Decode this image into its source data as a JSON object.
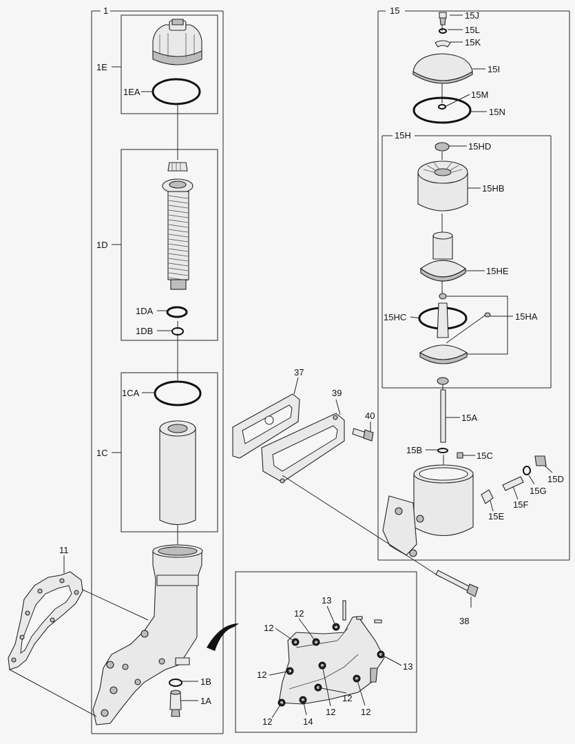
{
  "labels": {
    "l1": "1",
    "l1E": "1E",
    "l1EA": "1EA",
    "l1D": "1D",
    "l1DA": "1DA",
    "l1DB": "1DB",
    "l1CA": "1CA",
    "l1C": "1C",
    "l1B": "1B",
    "l1A": "1A",
    "l11": "11",
    "l15": "15",
    "l15J": "15J",
    "l15L": "15L",
    "l15K": "15K",
    "l15I": "15I",
    "l15M": "15M",
    "l15N": "15N",
    "l15H": "15H",
    "l15HD": "15HD",
    "l15HB": "15HB",
    "l15HE": "15HE",
    "l15HC": "15HC",
    "l15HA": "15HA",
    "l15A": "15A",
    "l15B": "15B",
    "l15C": "15C",
    "l15D": "15D",
    "l15G": "15G",
    "l15F": "15F",
    "l15E": "15E",
    "l37": "37",
    "l39": "39",
    "l40": "40",
    "l38": "38",
    "d12a": "12",
    "d12b": "12",
    "d12c": "12",
    "d12d": "12",
    "d12e": "12",
    "d12f": "12",
    "d12g": "12",
    "d13a": "13",
    "d13b": "13",
    "d14": "14"
  }
}
